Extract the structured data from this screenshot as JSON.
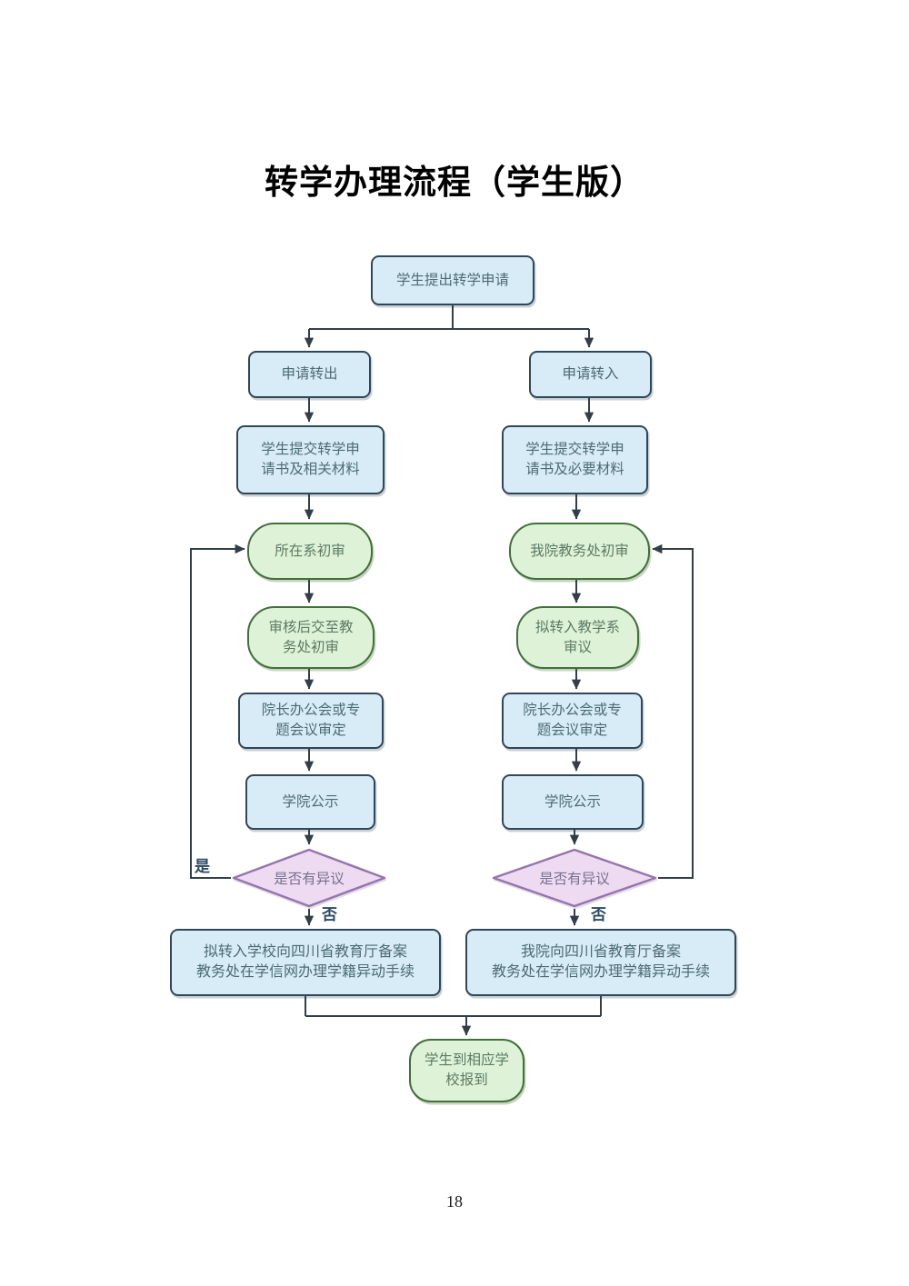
{
  "page": {
    "title": "转学办理流程（学生版）",
    "page_number": "18"
  },
  "colors": {
    "process_fill": "#d8ecf7",
    "process_border": "#2f4758",
    "review_fill": "#def2d8",
    "review_border": "#41703a",
    "decision_fill": "#eedbf2",
    "decision_border": "#9575ad",
    "connector": "#333f48",
    "process_text": "#4d6b74",
    "review_text": "#5c7a64",
    "decision_text": "#77708f",
    "branch_label_text": "#2c4a63"
  },
  "flowchart": {
    "start": "学生提出转学申请",
    "left_branch": {
      "title": "申请转出",
      "submit": "学生提交转学申\n请书及相关材料",
      "dept_review": "所在系初审",
      "office_review": "审核后交至教\n务处初审",
      "meeting": "院长办公会或专\n题会议审定",
      "publicity": "学院公示",
      "decision": "是否有异议",
      "yes_label": "是",
      "no_label": "否",
      "record": "拟转入学校向四川省教育厅备案\n教务处在学信网办理学籍异动手续"
    },
    "right_branch": {
      "title": "申请转入",
      "submit": "学生提交转学申\n请书及必要材料",
      "office_review": "我院教务处初审",
      "dept_review": "拟转入教学系\n审议",
      "meeting": "院长办公会或专\n题会议审定",
      "publicity": "学院公示",
      "decision": "是否有异议",
      "no_label": "否",
      "record": "我院向四川省教育厅备案\n教务处在学信网办理学籍异动手续"
    },
    "end": "学生到相应学\n校报到"
  }
}
